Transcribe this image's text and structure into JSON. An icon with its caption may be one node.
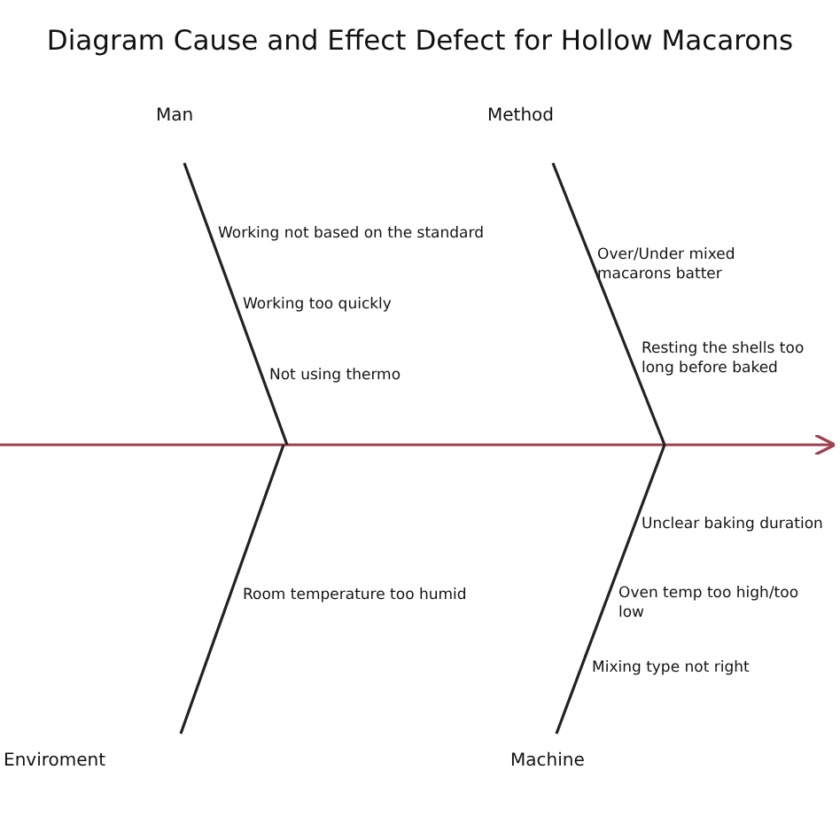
{
  "diagram": {
    "title": "Diagram Cause and Effect Defect for Hollow Macarons",
    "nodes": [
      {
        "text": [
          "Man"
        ]
      },
      {
        "text": [
          "Method"
        ]
      },
      {
        "text": [
          "Enviroment"
        ]
      },
      {
        "text": [
          "Machine"
        ]
      }
    ],
    "edges": [
      {
        "from": 0,
        "to": null,
        "arrow": "none"
      },
      {
        "from": 1,
        "to": null,
        "arrow": "none"
      },
      {
        "from": 2,
        "to": null,
        "arrow": "none"
      },
      {
        "from": 3,
        "to": null,
        "arrow": "none"
      }
    ],
    "labels": [
      "Working not based on the standard",
      "Over/Under mixed macarons batter",
      "Working too quickly",
      "Resting the shells too long before baked",
      "Not using thermo",
      "Unclear baking duration",
      "Room temperature too humid",
      "Oven temp too high/too low",
      "Mixing type not right"
    ]
  }
}
